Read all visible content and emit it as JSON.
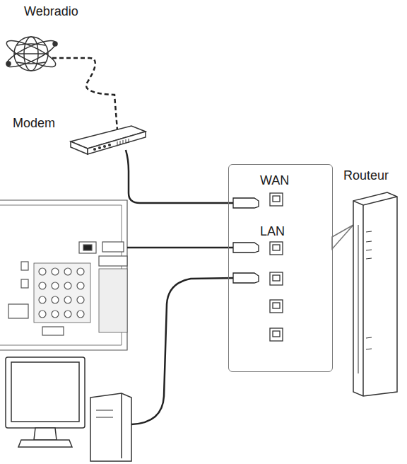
{
  "diagram": {
    "nodes": [
      {
        "text": [
          "Webradio"
        ]
      },
      {
        "text": [
          "Modem"
        ]
      },
      {
        "text": [
          "WAN",
          "LAN"
        ]
      },
      {
        "text": [
          "Routeur"
        ]
      }
    ],
    "edges": [
      {
        "from": 0,
        "to": 1,
        "arrow": "none"
      },
      {
        "from": 1,
        "to": 2,
        "arrow": "none"
      }
    ]
  }
}
